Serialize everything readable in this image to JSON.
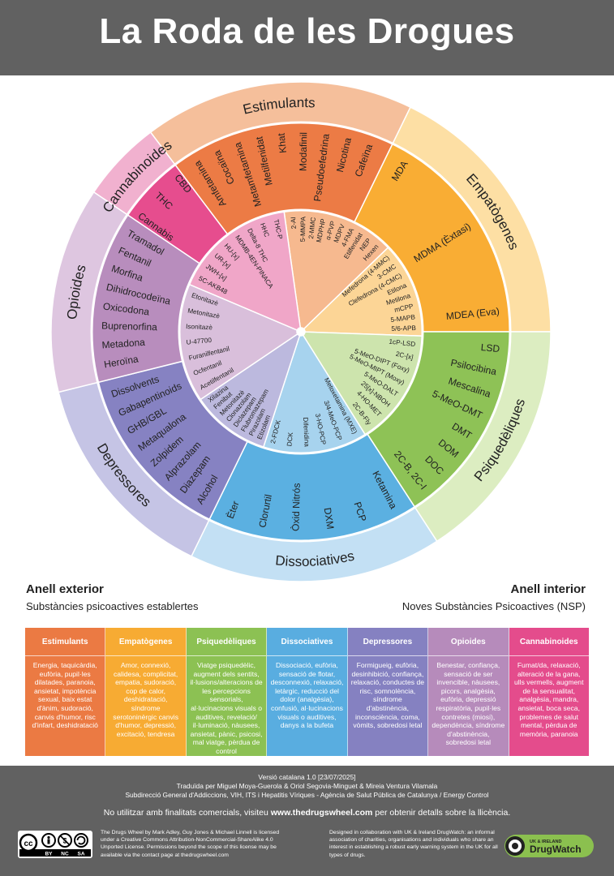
{
  "title": "La Roda de les Drogues",
  "outer_ring": {
    "title": "Anell exterior",
    "subtitle": "Substàncies psicoactives establertes"
  },
  "inner_ring": {
    "title": "Anell interior",
    "subtitle": "Noves Substàncies Psicoactives (NSP)"
  },
  "colors": {
    "stimulants": {
      "band": "#f5bf9b",
      "mid": "#ec7b45",
      "inner": "#f6b98f",
      "legend": "#eb7a43"
    },
    "empathogens": {
      "band": "#fddfa4",
      "mid": "#f9ad34",
      "inner": "#fcd596",
      "legend": "#f7ab33"
    },
    "psychedelics": {
      "band": "#dcedc1",
      "mid": "#8ec256",
      "inner": "#cde4ad",
      "legend": "#8cc153"
    },
    "dissociatives": {
      "band": "#c3e0f4",
      "mid": "#5bb0e1",
      "inner": "#a7d3ee",
      "legend": "#59ade0"
    },
    "depressants": {
      "band": "#c5c4e5",
      "mid": "#8682c2",
      "inner": "#bcb9de",
      "legend": "#8581c1"
    },
    "opioids": {
      "band": "#dec6e0",
      "mid": "#b88dbd",
      "inner": "#d9bfdb",
      "legend": "#b68bbb"
    },
    "cannabinoids": {
      "band": "#f1b1cf",
      "mid": "#e64d8e",
      "inner": "#f0a6c8",
      "legend": "#e44c8c"
    }
  },
  "categories": [
    {
      "key": "stimulants",
      "band_label": "Estimulants",
      "outer": [
        "Amfetamina",
        "Cocaïna",
        "Metamfetamina",
        "Metilfenidat",
        "Khat",
        "Modafinil",
        "Pseudoefedrina",
        "Nicotina",
        "Cafeïna"
      ],
      "inner": [
        "2-AI",
        "5-MMPA",
        "2-MMC",
        "MDPHP",
        "α-PVP",
        "MDPV",
        "4-FMA",
        "Etilfenidat",
        "NEP",
        "Hexen"
      ],
      "legend_title": "Estimulants",
      "legend_text": "Energia, taquicàrdia, eufòria, pupil·les dilatades, paranoia, ansietat, impotència sexual, baix estat d'ànim, sudoració, canvis d'humor, risc d'infart, deshidratació"
    },
    {
      "key": "empathogens",
      "band_label": "Empatògenes",
      "outer": [
        "MDA",
        "MDMA (Èxtasi)",
        "MDEA (Eva)"
      ],
      "inner": [
        "Mefedrona (4-MMC)",
        "3-CMC",
        "Clefedrona (4-CMC)",
        "Etilona",
        "Metilona",
        "mCPP",
        "5-MAPB",
        "5/6-APB"
      ],
      "legend_title": "Empatògenes",
      "legend_text": "Amor, connexió, calidesa, complicitat, empatia, sudoració, cop de calor, deshidratació, síndrome serotoninèrgic canvis d'humor, depressió, excitació, tendresa"
    },
    {
      "key": "psychedelics",
      "band_label": "Psiquedèliques",
      "outer": [
        "LSD",
        "Psilocibina",
        "Mescalina",
        "5-MeO-DMT",
        "DMT",
        "DOM",
        "DOC",
        "2C-B, 2C-I"
      ],
      "inner": [
        "1cP-LSD",
        "2C-[x]",
        "5-MeO-DIPT (Foxy)",
        "5-MeO-MIPT (Moxy)",
        "5-MeO-DALT",
        "25[x]-NBOH",
        "4-HO-MET",
        "2C-B-Fly"
      ],
      "legend_title": "Psiquedèliques",
      "legend_text": "Viatge psiquedèlic, augment dels sentits, il·lusions/alteracions de les percepcions sensorials, al·lucinacions visuals o auditives, revelació/ il·luminació, nàusees, ansietat, pànic, psicosi, mal viatge, pèrdua de control"
    },
    {
      "key": "dissociatives",
      "band_label": "Dissociatives",
      "outer": [
        "Ketamina",
        "PCP",
        "DXM",
        "Òxid Nitrós",
        "Clorurtil",
        "Èter"
      ],
      "inner": [
        "Metoxetamina (MXE)",
        "3/4-MeO-PCP",
        "3-HO-PCP",
        "Difenidina",
        "DCK",
        "2-FDCK"
      ],
      "legend_title": "Dissociatives",
      "legend_text": "Dissociació, eufòria, sensació de flotar, desconnexió, relaxació, letàrgic, reducció del dolor (analgèsia), confusió, al·lucinacions visuals o auditives, danys a la bufeta"
    },
    {
      "key": "depressants",
      "band_label": "Depressores",
      "outer": [
        "Alcohol",
        "Diazepam",
        "Alprazolam",
        "Zolpidem",
        "Metaqualona",
        "GHB/GBL",
        "Gabapentinoids",
        "Dissolvents"
      ],
      "inner": [
        "Etizolam",
        "Pirazolam",
        "Flubromazepam",
        "Diclazepam",
        "Clonazolam",
        "Metonitazè",
        "Fenibut",
        "Xilazina"
      ],
      "legend_title": "Depressores",
      "legend_text": "Formigueig, eufòria, desinhibició, confiança, relaxació, conductes de risc, somnolència, síndrome d'abstinència, inconsciència, coma, vòmits, sobredosi letal"
    },
    {
      "key": "opioids",
      "band_label": "Opioides",
      "outer": [
        "Heroïna",
        "Metadona",
        "Buprenorfina",
        "Oxicodona",
        "Dihidrocodeïna",
        "Morfina",
        "Fentanil",
        "Tramadol"
      ],
      "inner": [
        "Acetilfentanil",
        "Ocfentanil",
        "Furanilfentanil",
        "U-47700",
        "Isonitazè",
        "Metonitazè",
        "Etonitazè"
      ],
      "legend_title": "Opioides",
      "legend_text": "Benestar, confiança, sensació de ser invencible, nàusees, picors, analgèsia, eufòria, depressió respiratòria, pupil·les contretes (miosi), dependència, síndrome d'abstinència, sobredosi letal"
    },
    {
      "key": "cannabinoids",
      "band_label": "Cannabinoides",
      "outer": [
        "Cannabis",
        "THC",
        "CBD"
      ],
      "inner": [
        "5C-AKB48",
        "JWH-[x]",
        "UR-[x]",
        "HU-[x]",
        "MDMB-4EN-PINACA",
        "Delta-8 THC",
        "HHC",
        "THC-P"
      ],
      "legend_title": "Cannabinoides",
      "legend_text": "Fumat/da, relaxació, alteració de la gana, ulls vermells, augment de la sensualitat, analgèsia, mandra, ansietat, boca seca, problemes de salut mental, pèrdua de memòria, paranoia"
    }
  ],
  "footer": {
    "version": "Versió catalana 1.0 [23/07/2025]",
    "translated": "Traduïda per Miguel Moya-Guerola & Oriol Segovia-Minguet & Mireia Ventura Vilamala",
    "subdirectorate": "Subdirecció General d'Addiccions, VIH, ITS i Hepatitis Víriques - Agència de Salut Pública de Catalunya / Energy Control",
    "notice_pre": "No utilitzar amb finalitats comercials, visiteu ",
    "notice_url": "www.thedrugswheel.com",
    "notice_post": " per obtenir detalls sobre la llicència.",
    "license_text": "The Drugs Wheel by Mark Adley, Guy Jones & Michael Linnell is licensed under a Creative Commons Attribution-NonCommercial-ShareAlike 4.0 Unported License. Permissions beyond the scope of this license may be available via the contact page at thedrugswheel.com",
    "drugwatch_text": "Designed in collaboration with UK & Ireland DrugWatch: an informal association of charities, organisations and individuals who share an interest in establishing a robust early warning system in the UK for all types of drugs.",
    "cc_badge": [
      "cc",
      "BY",
      "NC",
      "SA"
    ],
    "drugwatch_logo": {
      "top": "UK & IRELAND",
      "name": "DrugWatch"
    }
  }
}
